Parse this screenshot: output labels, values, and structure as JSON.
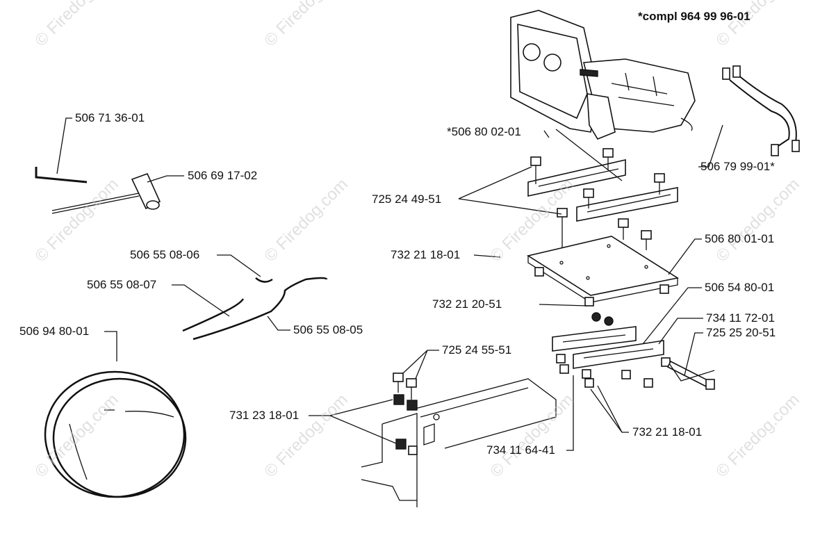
{
  "header": {
    "compl_label": "*compl 964 99 96-01"
  },
  "watermark": {
    "text": "Firedog.com",
    "symbol": "©"
  },
  "parts": {
    "seat_bracket": "*506 80 02-01",
    "wrench": "506 71 36-01",
    "socket_wrench": "506 69 17-02",
    "wire_harness_seat": "506 79 99-01*",
    "screws_top": "725 24 49-51",
    "nut_plate": "732 21 18-01",
    "seat_plate": "506 80 01-01",
    "cable_a": "506 55 08-06",
    "cable_b": "506 55 08-07",
    "cable_c": "506 55 08-05",
    "nut_small": "732 21 20-51",
    "bracket": "506 54 80-01",
    "washer": "734 11 72-01",
    "bolt_long": "725 25 20-51",
    "cable_coil": "506 94 80-01",
    "screws_frame": "725 24 55-51",
    "nut_frame": "731 23 18-01",
    "nut_bracket": "732 21 18-01",
    "washer_bracket": "734 11 64-41"
  }
}
